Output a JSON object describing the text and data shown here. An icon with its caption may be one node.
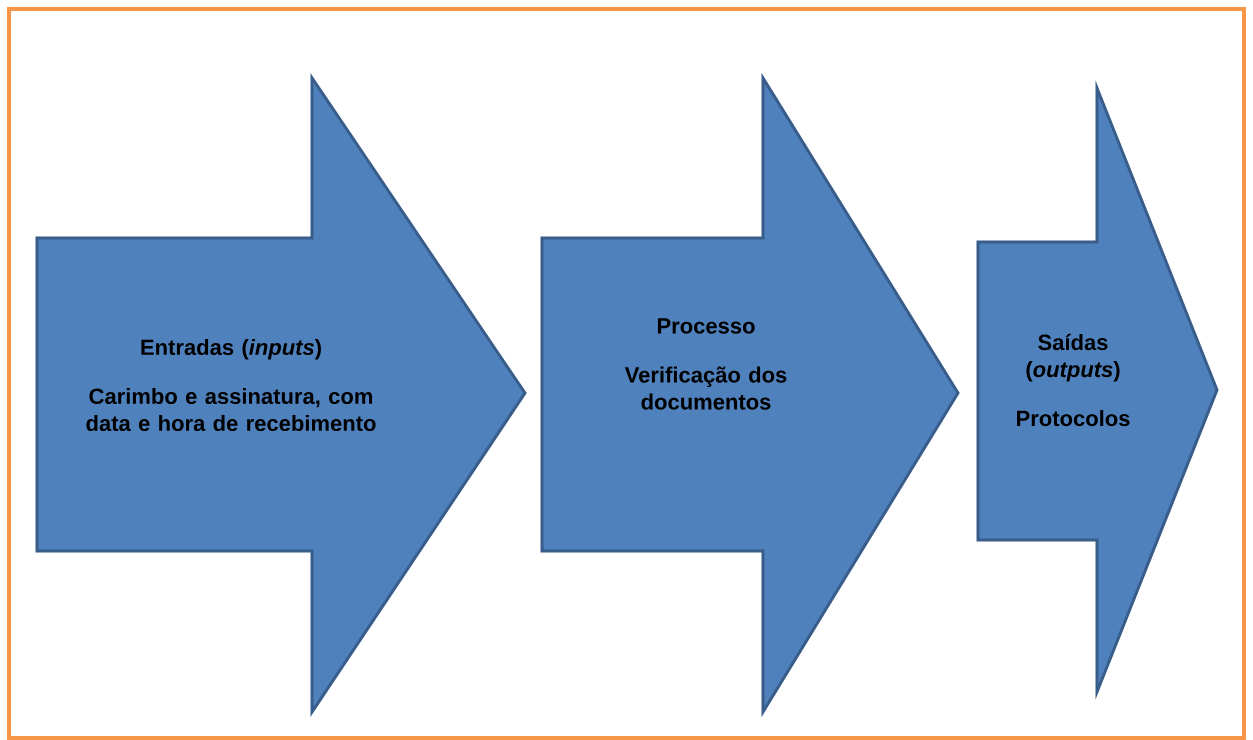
{
  "diagram": {
    "nodes": [
      {
        "text": [
          "Entradas (*inputs*)",
          "Carimbo e assinatura, com data e hora de recebimento"
        ]
      },
      {
        "text": [
          "Processo",
          "Verificação dos documentos"
        ]
      },
      {
        "text": [
          "Saídas (*outputs*)",
          "Protocolos"
        ]
      }
    ]
  }
}
